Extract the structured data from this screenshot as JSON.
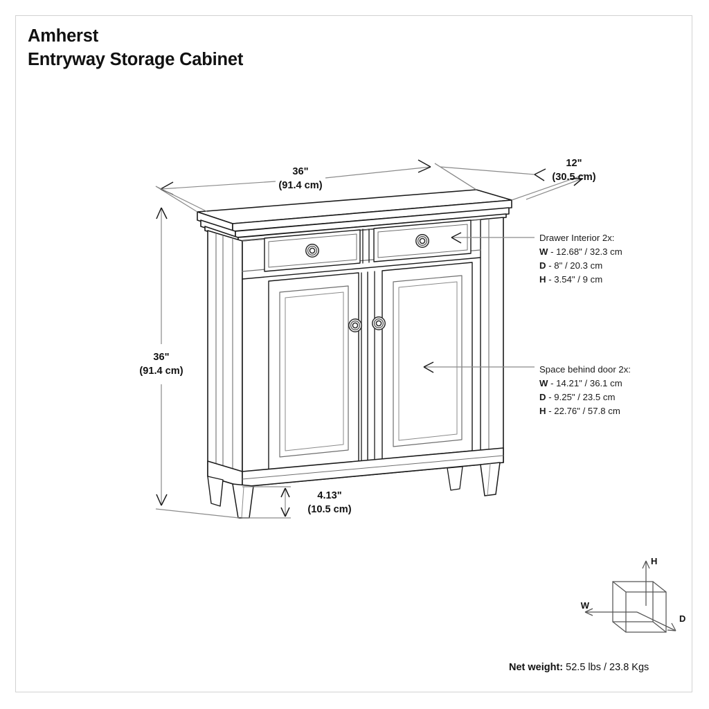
{
  "product": {
    "brand_line": "Amherst",
    "name_line": "Entryway Storage Cabinet"
  },
  "dimensions": {
    "width": {
      "label": "36\"",
      "metric": "(91.4 cm)"
    },
    "depth": {
      "label": "12\"",
      "metric": "(30.5 cm)"
    },
    "height": {
      "label": "36\"",
      "metric": "(91.4 cm)"
    },
    "leg_clearance": {
      "label": "4.13\"",
      "metric": "(10.5 cm)"
    }
  },
  "callouts": {
    "drawer": {
      "heading": "Drawer Interior 2x:",
      "rows": [
        {
          "key": "W",
          "value": "- 12.68\" / 32.3 cm"
        },
        {
          "key": "D",
          "value": "- 8\" / 20.3 cm"
        },
        {
          "key": "H",
          "value": "- 3.54\" / 9 cm"
        }
      ]
    },
    "door": {
      "heading": "Space behind door 2x:",
      "rows": [
        {
          "key": "W",
          "value": "- 14.21\" / 36.1 cm"
        },
        {
          "key": "D",
          "value": "- 9.25\" / 23.5 cm"
        },
        {
          "key": "H",
          "value": "- 22.76\" / 57.8 cm"
        }
      ]
    }
  },
  "legend": {
    "width_axis": "W",
    "height_axis": "H",
    "depth_axis": "D"
  },
  "footer": {
    "net_weight_label": "Net weight:",
    "net_weight_value": "52.5 lbs / 23.8 Kgs"
  },
  "colors": {
    "line": "#1a1a1a",
    "thin_line": "#6e6e6e",
    "dim_line": "#8a8a8a",
    "frame": "#d2d2d2",
    "text": "#111111"
  }
}
